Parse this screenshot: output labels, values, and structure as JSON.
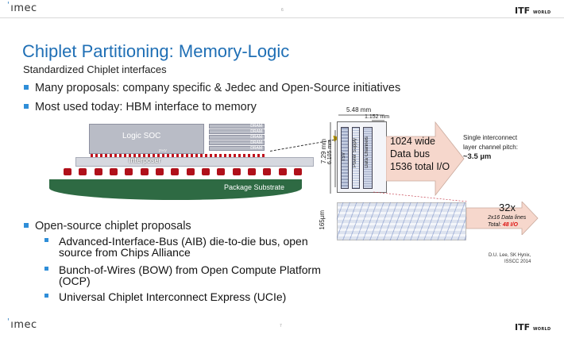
{
  "header": {
    "brand": "ımec",
    "itf_main": "ITF",
    "itf_sub": "WORLD",
    "page_marker": "6"
  },
  "title": "Chiplet Partitioning: Memory-Logic",
  "subtitle": "Standardized Chiplet interfaces",
  "bullets": [
    "Many proposals: company specific & Jedec and Open-Source initiatives",
    "Most used today: HBM interface to memory",
    "Open-source chiplet proposals"
  ],
  "sub_bullets": [
    "Advanced-Interface-Bus (AIB) die-to-die bus, open source from Chips Alliance",
    "Bunch-of-Wires (BOW) from Open Compute Platform (OCP)",
    "Universal Chiplet Interconnect Express (UCIe)"
  ],
  "diagram": {
    "logic_label": "Logic SOC",
    "interposer_label": "Interposer",
    "substrate_label": "Package Substrate",
    "dram_label": "DRAM",
    "phy_label": "PHY"
  },
  "hbm": {
    "dim_width_outer": "5.48 mm",
    "dim_width_inner": "1.152 mm",
    "dim_height_outer": "7.29 mm",
    "dim_height_inner": "6.105 mm",
    "col_tsv": "TSV",
    "col_power": "Power Supply",
    "col_data": "Data Channels",
    "bus_line1": "1024 wide",
    "bus_line2": "Data bus",
    "bus_line3": "1536 total I/O",
    "note_line1": "Single interconnect",
    "note_line2": "layer channel pitch:",
    "note_line3": "~3.5 µm",
    "strip_height": "165µm",
    "multiplier": "32x",
    "lines_note1": "2x16 Data lines",
    "lines_note2": "Total:",
    "lines_note3": "48 I/O",
    "cite_line1": "D.U. Lee, SK Hynix,",
    "cite_line2": "ISSCC 2014"
  },
  "footer": {
    "brand": "ımec",
    "page_marker": "7",
    "itf_main": "ITF",
    "itf_sub": "WORLD"
  },
  "colors": {
    "title": "#1f6fb5",
    "bullet": "#2f8ed8",
    "substrate": "#2e6a43",
    "bump": "#b0101a",
    "arrow": "#f6d7cc"
  }
}
